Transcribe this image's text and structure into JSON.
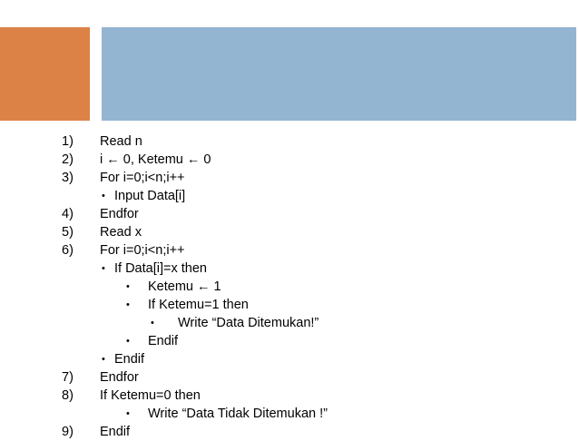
{
  "banner": {
    "orange_color": "#dd8247",
    "blue_color": "#94b5d2"
  },
  "algorithm": {
    "lines": [
      {
        "level": "num",
        "marker": "1)",
        "text": "Read n"
      },
      {
        "level": "num",
        "marker": "2)",
        "text": "i ← 0, Ketemu ← 0"
      },
      {
        "level": "num",
        "marker": "3)",
        "text": "For i=0;i<n;i++"
      },
      {
        "level": "1",
        "marker": "•",
        "text": "Input Data[i]"
      },
      {
        "level": "num",
        "marker": "4)",
        "text": "Endfor"
      },
      {
        "level": "num",
        "marker": "5)",
        "text": "Read x"
      },
      {
        "level": "num",
        "marker": "6)",
        "text": "For i=0;i<n;i++"
      },
      {
        "level": "1",
        "marker": "•",
        "text": "If Data[i]=x then"
      },
      {
        "level": "2",
        "marker": "•",
        "text": "Ketemu ← 1"
      },
      {
        "level": "2",
        "marker": "•",
        "text": "If Ketemu=1 then"
      },
      {
        "level": "3",
        "marker": "•",
        "text": "Write “Data Ditemukan!”"
      },
      {
        "level": "2",
        "marker": "•",
        "text": "Endif"
      },
      {
        "level": "1",
        "marker": "•",
        "text": "Endif"
      },
      {
        "level": "num",
        "marker": "7)",
        "text": "Endfor"
      },
      {
        "level": "num",
        "marker": "8)",
        "text": "If Ketemu=0 then"
      },
      {
        "level": "2",
        "marker": "•",
        "text": "Write “Data Tidak Ditemukan !”"
      },
      {
        "level": "num",
        "marker": "9)",
        "text": "Endif"
      }
    ]
  }
}
